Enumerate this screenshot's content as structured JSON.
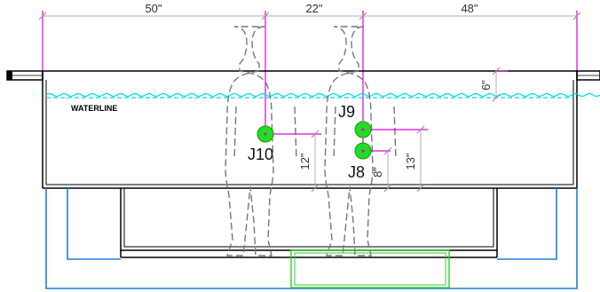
{
  "drawing": {
    "top_dimensions": [
      {
        "label": "50\""
      },
      {
        "label": "22\""
      },
      {
        "label": "48\""
      }
    ],
    "depth_dimension": "6\"",
    "waterline_label": "WATERLINE",
    "jets": [
      {
        "label": "J10"
      },
      {
        "label": "J9"
      },
      {
        "label": "J8"
      }
    ],
    "vertical_dimensions": [
      {
        "label": "12\""
      },
      {
        "label": "8\""
      },
      {
        "label": "13\""
      }
    ],
    "colors": {
      "outline": "#000000",
      "dimension": "#e000e0",
      "dimension_text": "#333333",
      "water": "#00d8e8",
      "jet": "#22dd22",
      "plumbing": "#1e7fd8",
      "step_box": "#33cc33",
      "figure": "#777777",
      "helper_line": "#b0b0b0"
    }
  }
}
